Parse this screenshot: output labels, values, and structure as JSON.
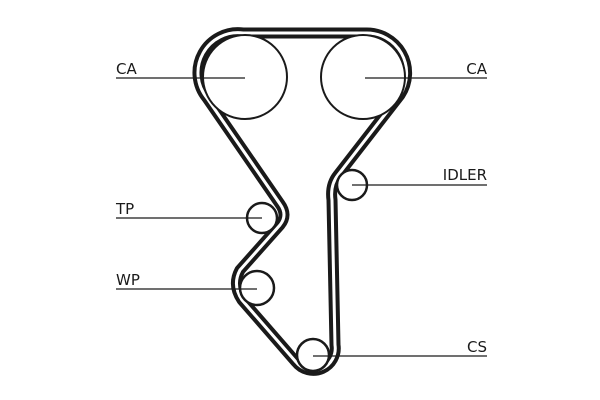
{
  "diagram": {
    "labels": {
      "ca_left": "CA",
      "ca_right": "CA",
      "idler": "IDLER",
      "tp": "TP",
      "wp": "WP",
      "cs": "CS"
    },
    "colors": {
      "belt": "#1a1a1a",
      "pulley_outline": "#1a1a1a",
      "leader": "#1a1a1a",
      "background": "#ffffff"
    }
  }
}
